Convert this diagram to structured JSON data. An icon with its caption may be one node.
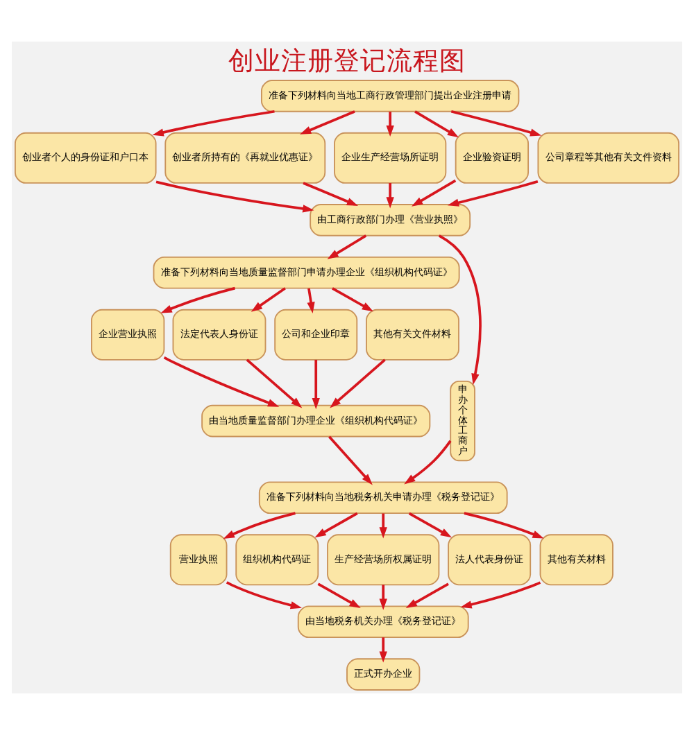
{
  "diagram": {
    "title": "创业注册登记流程图",
    "nodes": [
      {
        "text": [
          "准备下列材料向当地工商行政管理部门提出企业注册申请"
        ]
      },
      {
        "text": [
          "创业者个人的身份证和户口本"
        ]
      },
      {
        "text": [
          "创业者所持有的《再就业优惠证》"
        ]
      },
      {
        "text": [
          "企业生产经营场所证明"
        ]
      },
      {
        "text": [
          "企业验资证明"
        ]
      },
      {
        "text": [
          "公司章程等其他有关文件资料"
        ]
      },
      {
        "text": [
          "由工商行政部门办理《营业执照》"
        ]
      },
      {
        "text": [
          "准备下列材料向当地质量监督部门申请办理企业《组织机构代码证》"
        ]
      },
      {
        "text": [
          "企业营业执照"
        ]
      },
      {
        "text": [
          "法定代表人身份证"
        ]
      },
      {
        "text": [
          "公司和企业印章"
        ]
      },
      {
        "text": [
          "其他有关文件材料"
        ]
      },
      {
        "text": [
          "由当地质量监督部门办理企业《组织机构代码证》"
        ]
      },
      {
        "text": [
          "准备下列材料向当地税务机关申请办理《税务登记证》"
        ]
      },
      {
        "text": [
          "营业执照"
        ]
      },
      {
        "text": [
          "组织机构代码证"
        ]
      },
      {
        "text": [
          "生产经营场所权属证明"
        ]
      },
      {
        "text": [
          "法人代表身份证"
        ]
      },
      {
        "text": [
          "其他有关材料"
        ]
      },
      {
        "text": [
          "由当地税务机关办理《税务登记证》"
        ]
      },
      {
        "text": [
          "正式开办企业"
        ]
      },
      {
        "text": [
          "申办个体工商户"
        ]
      }
    ],
    "edges": [
      {
        "from": 0,
        "to": 1,
        "arrow": "to"
      },
      {
        "from": 0,
        "to": 2,
        "arrow": "to"
      },
      {
        "from": 0,
        "to": 3,
        "arrow": "to"
      },
      {
        "from": 0,
        "to": 4,
        "arrow": "to"
      },
      {
        "from": 0,
        "to": 5,
        "arrow": "to"
      },
      {
        "from": 1,
        "to": 6,
        "arrow": "to"
      },
      {
        "from": 2,
        "to": 6,
        "arrow": "to"
      },
      {
        "from": 3,
        "to": 6,
        "arrow": "to"
      },
      {
        "from": 4,
        "to": 6,
        "arrow": "to"
      },
      {
        "from": 5,
        "to": 6,
        "arrow": "to"
      },
      {
        "from": 6,
        "to": 7,
        "arrow": "to"
      },
      {
        "from": 6,
        "to": 21,
        "arrow": "to"
      },
      {
        "from": 7,
        "to": 8,
        "arrow": "to"
      },
      {
        "from": 7,
        "to": 9,
        "arrow": "to"
      },
      {
        "from": 7,
        "to": 10,
        "arrow": "to"
      },
      {
        "from": 7,
        "to": 11,
        "arrow": "to"
      },
      {
        "from": 8,
        "to": 12,
        "arrow": "to"
      },
      {
        "from": 9,
        "to": 12,
        "arrow": "to"
      },
      {
        "from": 10,
        "to": 12,
        "arrow": "to"
      },
      {
        "from": 11,
        "to": 12,
        "arrow": "to"
      },
      {
        "from": 12,
        "to": 13,
        "arrow": "to"
      },
      {
        "from": 21,
        "to": 13,
        "arrow": "to"
      },
      {
        "from": 13,
        "to": 14,
        "arrow": "to"
      },
      {
        "from": 13,
        "to": 15,
        "arrow": "to"
      },
      {
        "from": 13,
        "to": 16,
        "arrow": "to"
      },
      {
        "from": 13,
        "to": 17,
        "arrow": "to"
      },
      {
        "from": 13,
        "to": 18,
        "arrow": "to"
      },
      {
        "from": 14,
        "to": 19,
        "arrow": "to"
      },
      {
        "from": 15,
        "to": 19,
        "arrow": "to"
      },
      {
        "from": 16,
        "to": 19,
        "arrow": "to"
      },
      {
        "from": 17,
        "to": 19,
        "arrow": "to"
      },
      {
        "from": 18,
        "to": 19,
        "arrow": "to"
      },
      {
        "from": 19,
        "to": 20,
        "arrow": "to"
      }
    ]
  }
}
